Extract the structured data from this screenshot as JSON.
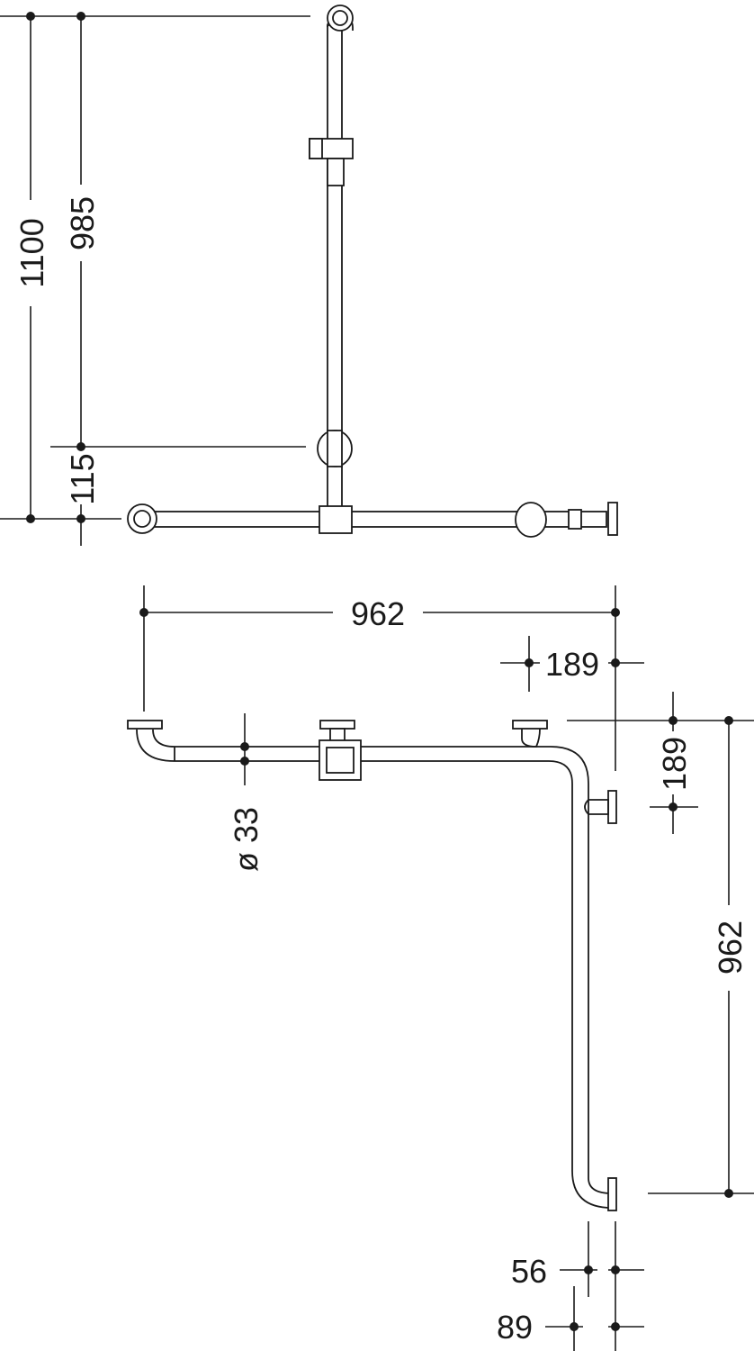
{
  "dimensions": {
    "total_height": "1100",
    "upper_height": "985",
    "lower_offset": "115",
    "top_width": "962",
    "top_wall_offset": "189",
    "side_wall_offset": "189",
    "diameter": "ø 33",
    "side_length": "962",
    "projection_inner": "56",
    "projection_outer": "89"
  },
  "colors": {
    "line": "#1a1a1a",
    "background": "#ffffff"
  }
}
